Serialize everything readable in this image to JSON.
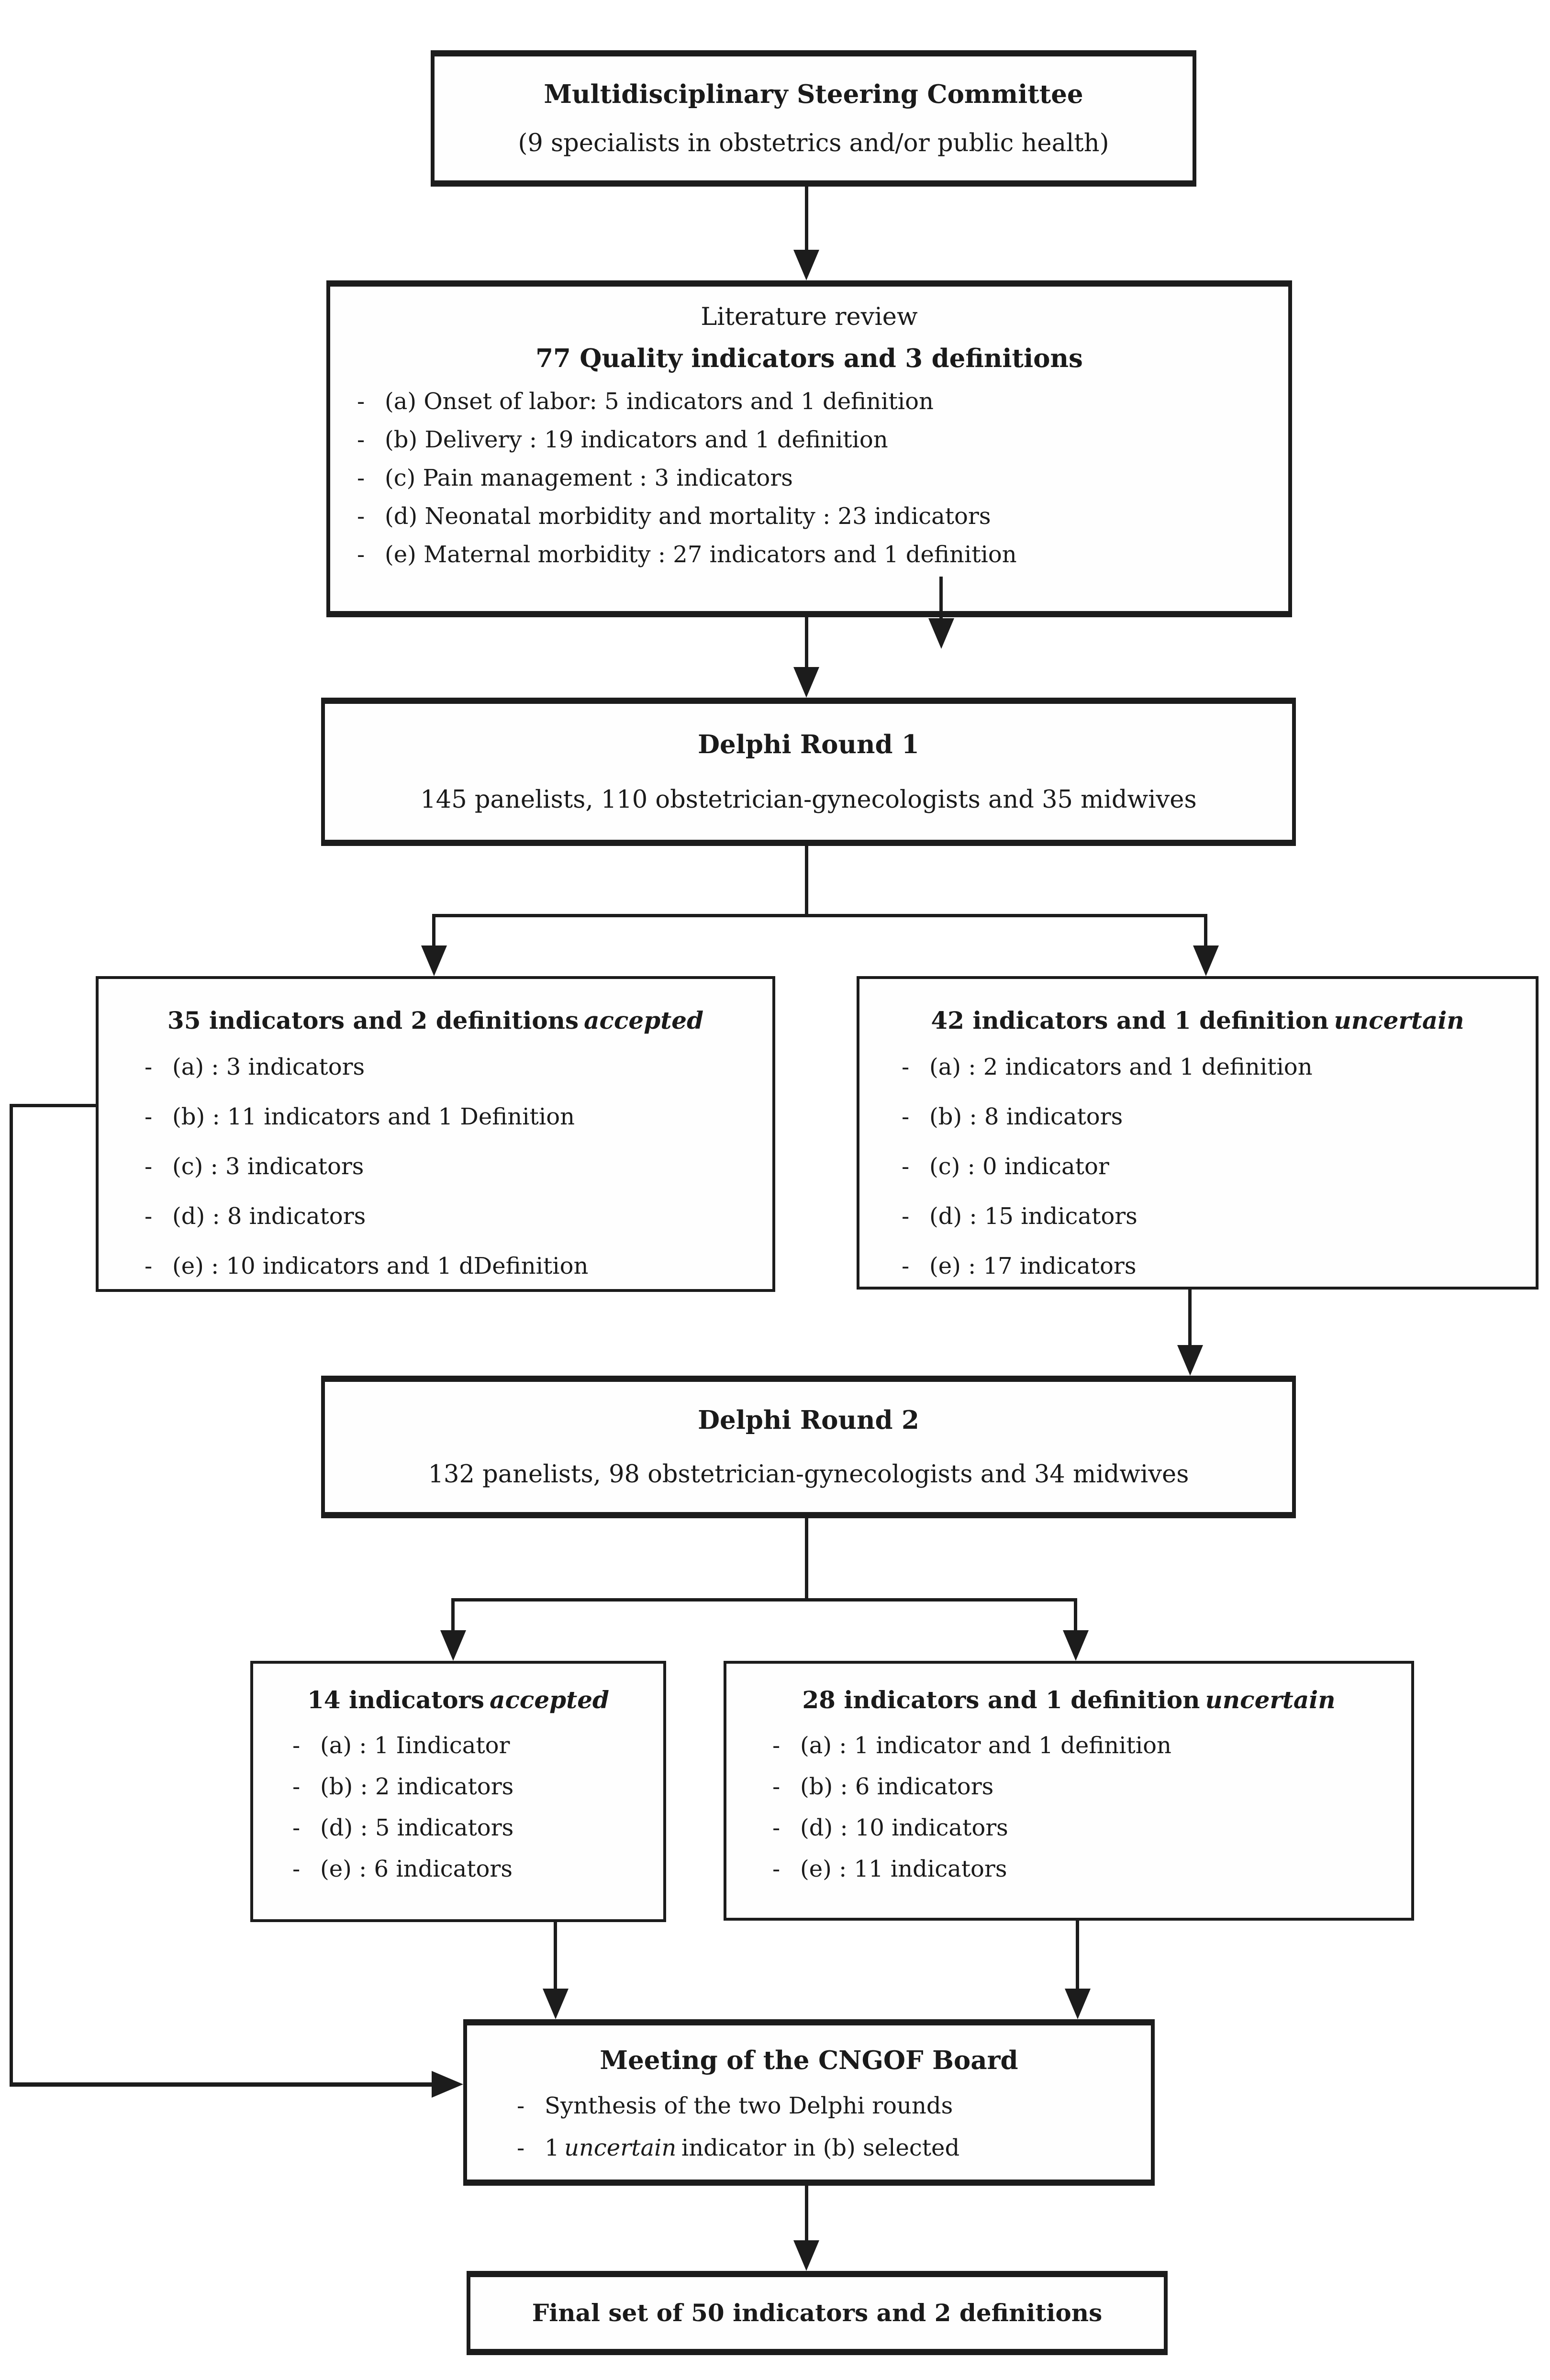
{
  "bullet_char": "-",
  "colors": {
    "ink": "#1c1c1c",
    "background": "#ffffff"
  },
  "boxes": {
    "steering": {
      "title": "Multidisciplinary Steering Committee",
      "subtitle": "(9 specialists in obstetrics and/or public health)"
    },
    "literature": {
      "line1": "Literature review",
      "line2": "77 Quality indicators and 3 definitions",
      "items": [
        "(a) Onset of labor: 5 indicators and 1 definition",
        "(b) Delivery : 19 indicators and 1 definition",
        "(c) Pain management : 3 indicators",
        "(d) Neonatal morbidity and mortality : 23 indicators",
        "(e) Maternal morbidity : 27 indicators and 1 definition"
      ]
    },
    "delphi1": {
      "title": "Delphi Round 1",
      "subtitle": "145 panelists, 110 obstetrician-gynecologists and 35 midwives"
    },
    "round1_accepted": {
      "title_main": "35 indicators and 2 definitions",
      "title_em": "accepted",
      "items": [
        "(a) : 3 indicators",
        "(b) : 11 indicators and 1 Definition",
        "(c) : 3 indicators",
        "(d) : 8 indicators",
        "(e) : 10 indicators and 1 dDefinition"
      ]
    },
    "round1_uncertain": {
      "title_main": "42 indicators and 1 definition",
      "title_em": "uncertain",
      "items": [
        "(a) : 2 indicators and 1 definition",
        "(b) : 8 indicators",
        "(c) : 0 indicator",
        "(d) : 15 indicators",
        "(e) : 17 indicators"
      ]
    },
    "delphi2": {
      "title": "Delphi Round 2",
      "subtitle": "132 panelists, 98 obstetrician-gynecologists and 34 midwives"
    },
    "round2_accepted": {
      "title_main": "14 indicators",
      "title_em": "accepted",
      "items": [
        "(a) : 1 Iindicator",
        "(b) : 2 indicators",
        "(d) : 5 indicators",
        "(e) : 6 indicators"
      ]
    },
    "round2_uncertain": {
      "title_main": "28 indicators and 1 definition",
      "title_em": "uncertain",
      "items": [
        "(a) : 1 indicator and 1 definition",
        "(b) : 6 indicators",
        "(d) : 10 indicators",
        "(e) : 11 indicators"
      ]
    },
    "board": {
      "title": "Meeting of the CNGOF Board",
      "item1": "Synthesis of the two Delphi rounds",
      "item2_pre": "1",
      "item2_em": "uncertain",
      "item2_post": "indicator in (b) selected"
    },
    "final": {
      "title": "Final set of 50 indicators and 2 definitions"
    }
  }
}
